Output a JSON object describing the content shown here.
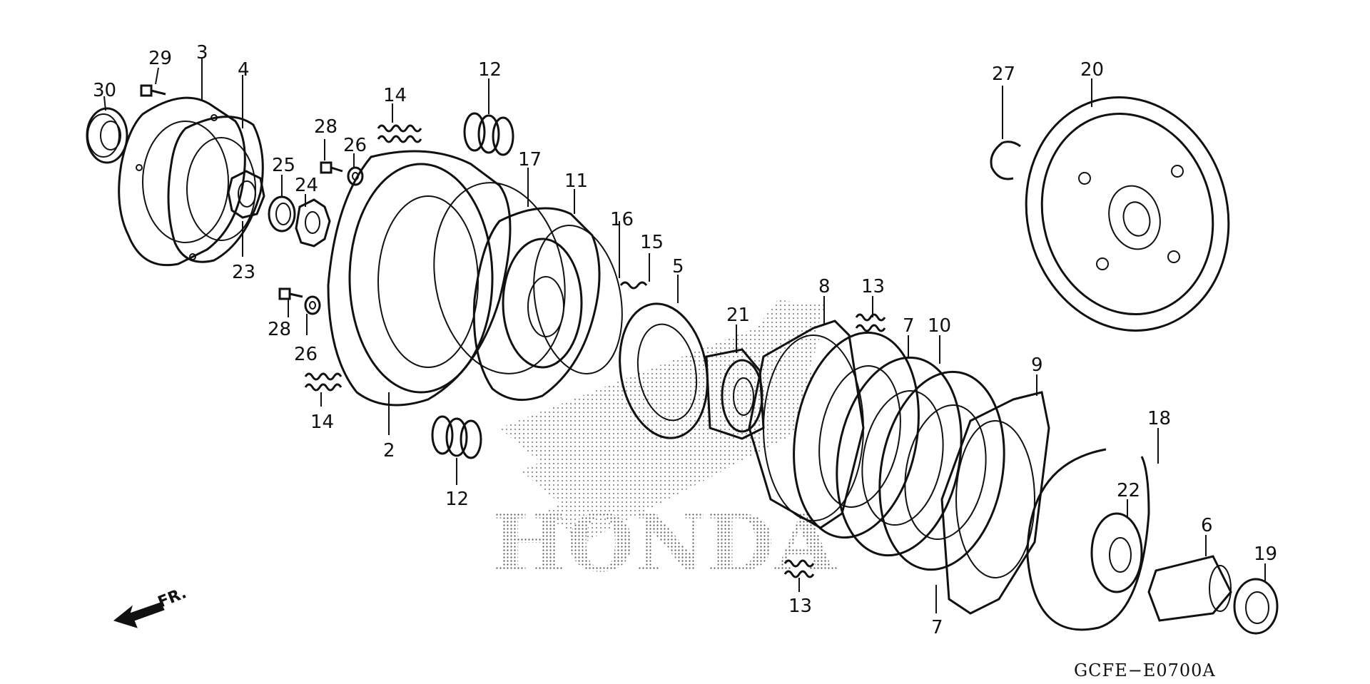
{
  "diagram_code": "GCFE−E0700A",
  "direction_label": "FR.",
  "watermark": "HONDA",
  "callouts": [
    {
      "id": "c30",
      "label": "30"
    },
    {
      "id": "c29",
      "label": "29"
    },
    {
      "id": "c3",
      "label": "3"
    },
    {
      "id": "c4",
      "label": "4"
    },
    {
      "id": "c14a",
      "label": "14"
    },
    {
      "id": "c12a",
      "label": "12"
    },
    {
      "id": "c28a",
      "label": "28"
    },
    {
      "id": "c26a",
      "label": "26"
    },
    {
      "id": "c25",
      "label": "25"
    },
    {
      "id": "c24",
      "label": "24"
    },
    {
      "id": "c17",
      "label": "17"
    },
    {
      "id": "c11",
      "label": "11"
    },
    {
      "id": "c16",
      "label": "16"
    },
    {
      "id": "c15",
      "label": "15"
    },
    {
      "id": "c5",
      "label": "5"
    },
    {
      "id": "c23",
      "label": "23"
    },
    {
      "id": "c28b",
      "label": "28"
    },
    {
      "id": "c26b",
      "label": "26"
    },
    {
      "id": "c14b",
      "label": "14"
    },
    {
      "id": "c2",
      "label": "2"
    },
    {
      "id": "c12b",
      "label": "12"
    },
    {
      "id": "c21",
      "label": "21"
    },
    {
      "id": "c8",
      "label": "8"
    },
    {
      "id": "c13a",
      "label": "13"
    },
    {
      "id": "c7a",
      "label": "7"
    },
    {
      "id": "c10",
      "label": "10"
    },
    {
      "id": "c9",
      "label": "9"
    },
    {
      "id": "c27",
      "label": "27"
    },
    {
      "id": "c20",
      "label": "20"
    },
    {
      "id": "c18",
      "label": "18"
    },
    {
      "id": "c22",
      "label": "22"
    },
    {
      "id": "c6",
      "label": "6"
    },
    {
      "id": "c19",
      "label": "19"
    },
    {
      "id": "c13b",
      "label": "13"
    },
    {
      "id": "c7b",
      "label": "7"
    }
  ]
}
